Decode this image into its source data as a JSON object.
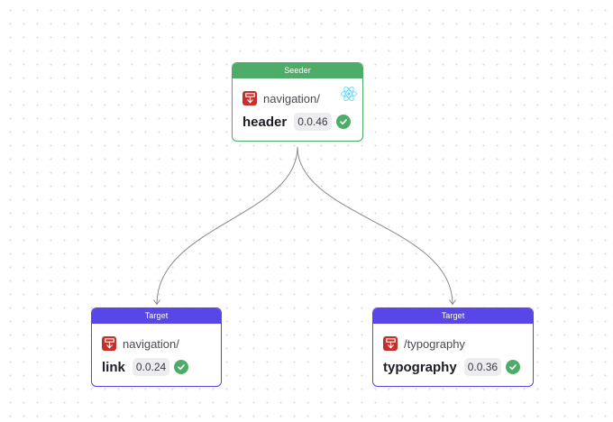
{
  "nodes": {
    "seeder": {
      "badge": "Seeder",
      "scope": "navigation/",
      "name": "header",
      "version": "0.0.46",
      "env_icon": "react-icon",
      "scope_icon": "scope-logo-icon",
      "status_icon": "check-circle-icon"
    },
    "target_a": {
      "badge": "Target",
      "scope": "navigation/",
      "name": "link",
      "version": "0.0.24",
      "scope_icon": "scope-logo-icon",
      "status_icon": "check-circle-icon"
    },
    "target_b": {
      "badge": "Target",
      "scope": "/typography",
      "name": "typography",
      "version": "0.0.36",
      "scope_icon": "scope-logo-icon",
      "status_icon": "check-circle-icon"
    }
  },
  "edges": [
    {
      "from": "seeder",
      "to": "target_a"
    },
    {
      "from": "seeder",
      "to": "target_b"
    }
  ],
  "colors": {
    "seeder_accent": "#4fab68",
    "target_accent": "#5946e8",
    "scope_icon_bg": "#c4302b",
    "check_green": "#4fab68",
    "react_blue": "#61dafb",
    "edge_gray": "#8a8a8a"
  }
}
